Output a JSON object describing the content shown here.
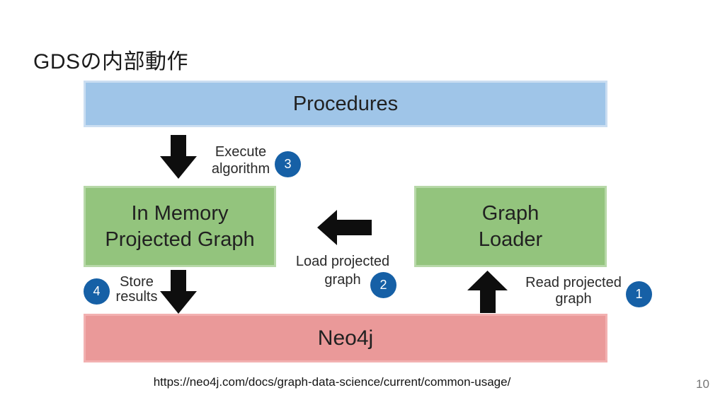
{
  "slide": {
    "title": "GDSの内部動作",
    "page_number": "10",
    "source_url": "https://neo4j.com/docs/graph-data-science/current/common-usage/"
  },
  "diagram": {
    "boxes": {
      "procedures": {
        "label": "Procedures",
        "fill": "#9FC5E8"
      },
      "in_memory": {
        "line1": "In Memory",
        "line2": "Projected Graph",
        "fill": "#93C47D"
      },
      "graph_loader": {
        "line1": "Graph",
        "line2": "Loader",
        "fill": "#93C47D"
      },
      "neo4j": {
        "label": "Neo4j",
        "fill": "#EA9999"
      }
    },
    "steps": [
      {
        "number": "1",
        "line1": "Read projected",
        "line2": "graph",
        "arrow_direction": "up"
      },
      {
        "number": "2",
        "line1": "Load projected",
        "line2": "graph",
        "arrow_direction": "left"
      },
      {
        "number": "3",
        "line1": "Execute",
        "line2": "algorithm",
        "arrow_direction": "down"
      },
      {
        "number": "4",
        "line1": "Store",
        "line2": "results",
        "arrow_direction": "down"
      }
    ],
    "badge_color": "#1660A6",
    "arrow_color": "#0E0E0E"
  }
}
